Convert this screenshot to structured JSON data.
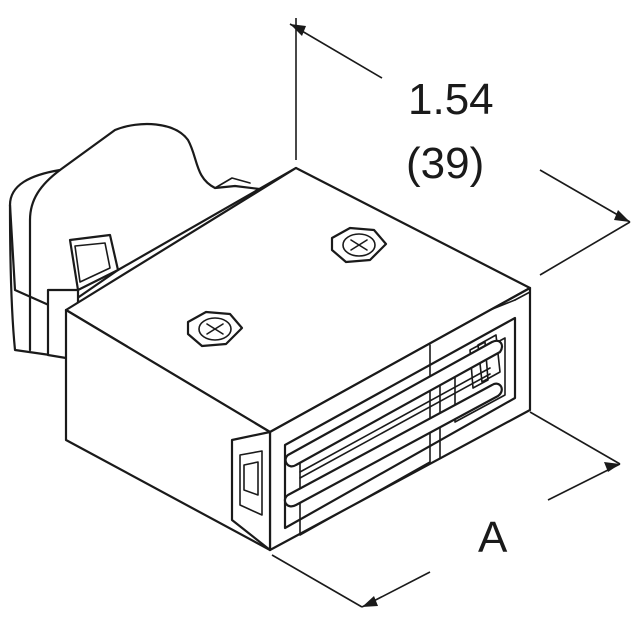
{
  "dimensions": {
    "length_inches": "1.54",
    "length_mm": "(39)",
    "width_label": "A"
  }
}
